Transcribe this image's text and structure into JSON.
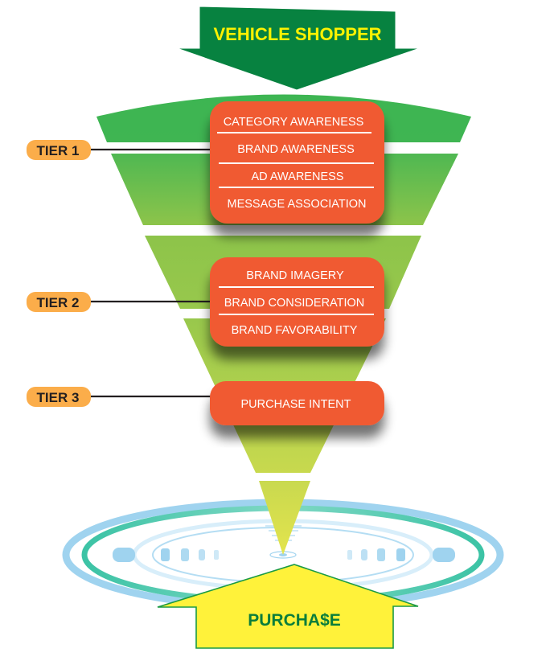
{
  "diagram": {
    "type": "funnel",
    "entry_arrow": {
      "label": "VEHICLE SHOPPER",
      "direction": "down"
    },
    "exit_arrow": {
      "label": "PURCHA$E",
      "direction": "up"
    },
    "tiers": [
      {
        "label": "TIER 1",
        "stages": [
          "CATEGORY AWARENESS",
          "BRAND AWARENESS",
          "AD AWARENESS",
          "MESSAGE ASSOCIATION"
        ]
      },
      {
        "label": "TIER 2",
        "stages": [
          "BRAND IMAGERY",
          "BRAND CONSIDERATION",
          "BRAND FAVORABILITY"
        ]
      },
      {
        "label": "TIER 3",
        "stages": [
          "PURCHASE INTENT"
        ]
      }
    ],
    "funnel_segment_count": 5
  },
  "colors": {
    "entry_arrow_fill": "#078240",
    "entry_arrow_text": "#fff200",
    "funnel_top": "#3db552",
    "funnel_mid": "#8dc44a",
    "funnel_bottom": "#dce24e",
    "stage_box": "#f05a33",
    "stage_text": "#ffffff",
    "tier_badge": "#fbad4a",
    "tier_text": "#231f20",
    "connector": "#231f20",
    "exit_arrow_fill": "#fff23a",
    "exit_arrow_stroke": "#1a9a44",
    "exit_arrow_text": "#0a7d3b",
    "target_blue": "#9fd3ef",
    "target_teal": "#3cc3a5"
  }
}
